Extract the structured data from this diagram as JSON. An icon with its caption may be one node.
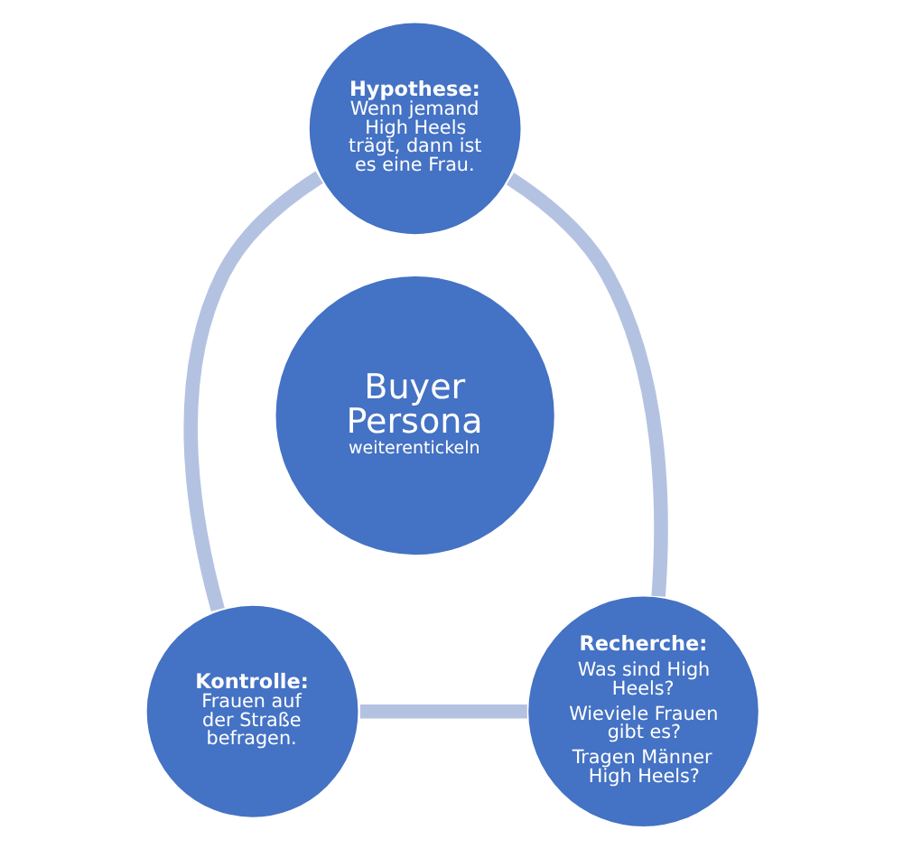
{
  "diagram": {
    "nodes": [
      {
        "text": [
          "Hypothese:",
          "Wenn jemand High Heels trägt, dann ist es eine Frau."
        ]
      },
      {
        "text": [
          "Buyer Persona",
          "weiterentickeln"
        ]
      },
      {
        "text": [
          "Kontrolle:",
          "Frauen auf der Straße befragen."
        ]
      },
      {
        "text": [
          "Recherche:",
          "Was sind High Heels?",
          "Wieviele Frauen gibt es?",
          "Tragen Männer High Heels?"
        ]
      }
    ],
    "edges": [
      {
        "from": 0,
        "to": 3,
        "arrow": "none"
      },
      {
        "from": 3,
        "to": 2,
        "arrow": "none"
      },
      {
        "from": 2,
        "to": 0,
        "arrow": "none"
      }
    ]
  }
}
